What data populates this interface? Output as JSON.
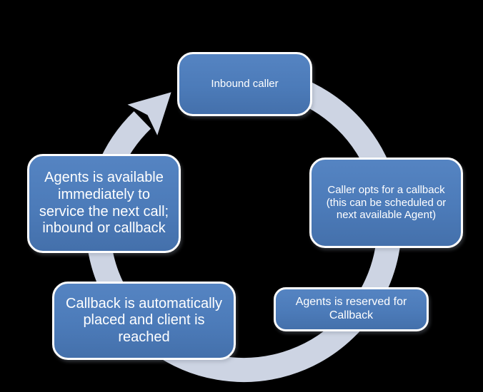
{
  "diagram": {
    "type": "cycle",
    "direction": "clockwise",
    "background_color": "#000000",
    "node_fill_color": "#4d7cba",
    "node_border_color": "#ffffff",
    "node_text_color": "#ffffff",
    "arrow_color": "#cdd4e3",
    "nodes": [
      {
        "id": "inbound-caller",
        "label": "Inbound caller"
      },
      {
        "id": "caller-opts-callback",
        "label": "Caller opts for a callback (this can be scheduled or next available Agent)"
      },
      {
        "id": "agent-reserved",
        "label": "Agents is reserved for Callback"
      },
      {
        "id": "callback-placed",
        "label": "Callback is automatically placed and client is reached"
      },
      {
        "id": "agent-available",
        "label": "Agents is available immediately to service the next call; inbound or callback"
      }
    ]
  }
}
